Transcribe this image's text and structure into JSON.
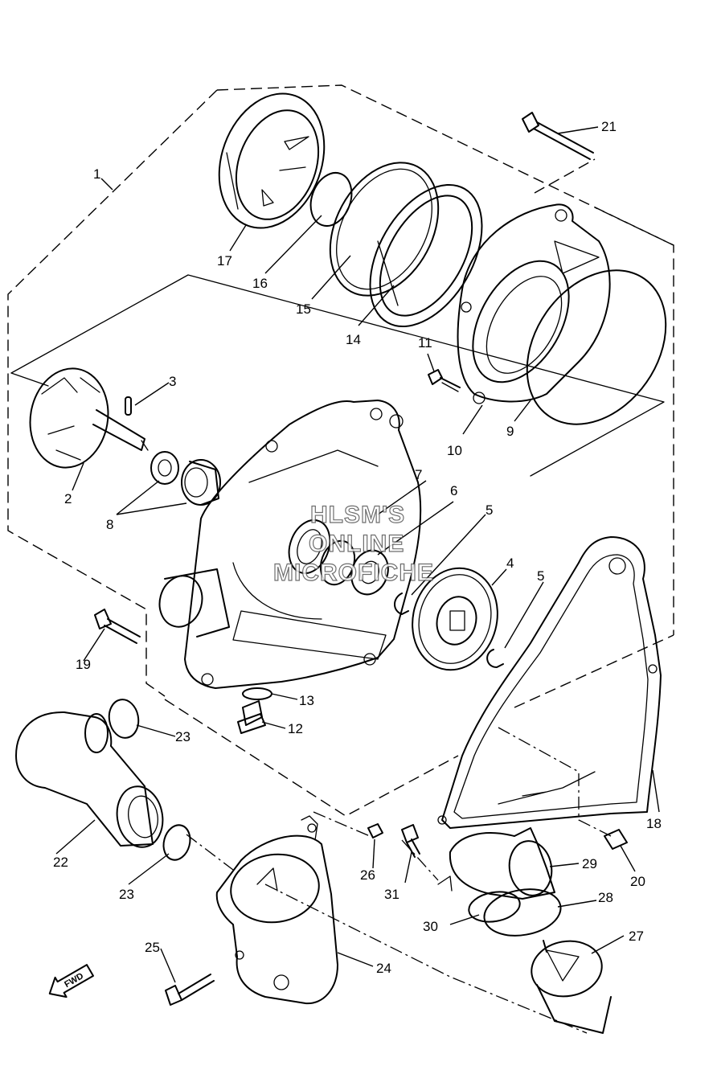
{
  "watermark": {
    "line1": "HLSM'S",
    "line2": "ONLINE",
    "line3": "MICROFICHE"
  },
  "direction_label": "FWD",
  "callouts": [
    {
      "id": "c1",
      "label": "1"
    },
    {
      "id": "c2",
      "label": "2"
    },
    {
      "id": "c3",
      "label": "3"
    },
    {
      "id": "c4",
      "label": "4"
    },
    {
      "id": "c5a",
      "label": "5"
    },
    {
      "id": "c5b",
      "label": "5"
    },
    {
      "id": "c6",
      "label": "6"
    },
    {
      "id": "c7",
      "label": "7"
    },
    {
      "id": "c8",
      "label": "8"
    },
    {
      "id": "c9",
      "label": "9"
    },
    {
      "id": "c10",
      "label": "10"
    },
    {
      "id": "c11",
      "label": "11"
    },
    {
      "id": "c12",
      "label": "12"
    },
    {
      "id": "c13",
      "label": "13"
    },
    {
      "id": "c14",
      "label": "14"
    },
    {
      "id": "c15",
      "label": "15"
    },
    {
      "id": "c16",
      "label": "16"
    },
    {
      "id": "c17",
      "label": "17"
    },
    {
      "id": "c18",
      "label": "18"
    },
    {
      "id": "c19",
      "label": "19"
    },
    {
      "id": "c20",
      "label": "20"
    },
    {
      "id": "c21",
      "label": "21"
    },
    {
      "id": "c22",
      "label": "22"
    },
    {
      "id": "c23a",
      "label": "23"
    },
    {
      "id": "c23b",
      "label": "23"
    },
    {
      "id": "c24",
      "label": "24"
    },
    {
      "id": "c25",
      "label": "25"
    },
    {
      "id": "c26",
      "label": "26"
    },
    {
      "id": "c27",
      "label": "27"
    },
    {
      "id": "c28",
      "label": "28"
    },
    {
      "id": "c29",
      "label": "29"
    },
    {
      "id": "c30",
      "label": "30"
    },
    {
      "id": "c31",
      "label": "31"
    }
  ]
}
